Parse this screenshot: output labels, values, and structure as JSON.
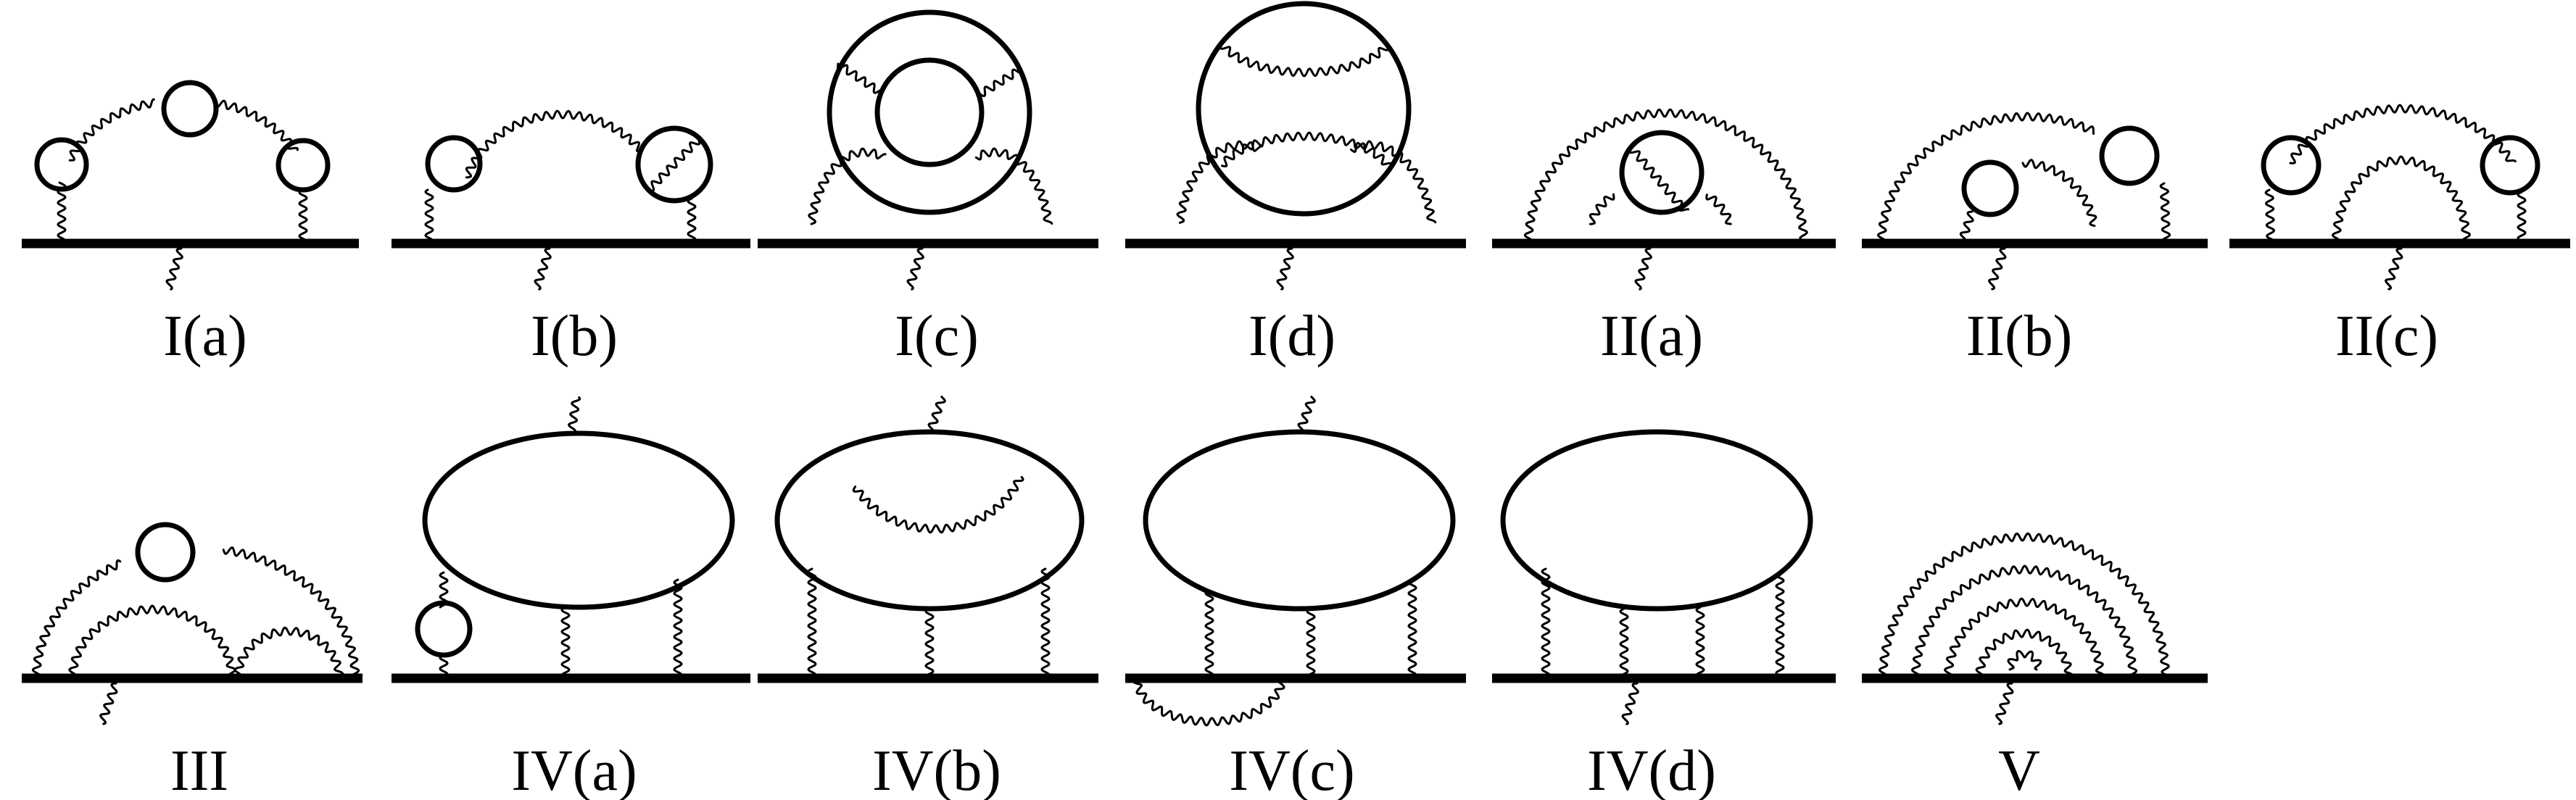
{
  "diagrams": [
    {
      "label": "I(a)"
    },
    {
      "label": "I(b)"
    },
    {
      "label": "I(c)"
    },
    {
      "label": "I(d)"
    },
    {
      "label": "II(a)"
    },
    {
      "label": "II(b)"
    },
    {
      "label": "II(c)"
    },
    {
      "label": "III"
    },
    {
      "label": "IV(a)"
    },
    {
      "label": "IV(b)"
    },
    {
      "label": "IV(c)"
    },
    {
      "label": "IV(d)"
    },
    {
      "label": "V"
    }
  ],
  "colors": {
    "stroke": "#000000",
    "background": "#ffffff"
  }
}
